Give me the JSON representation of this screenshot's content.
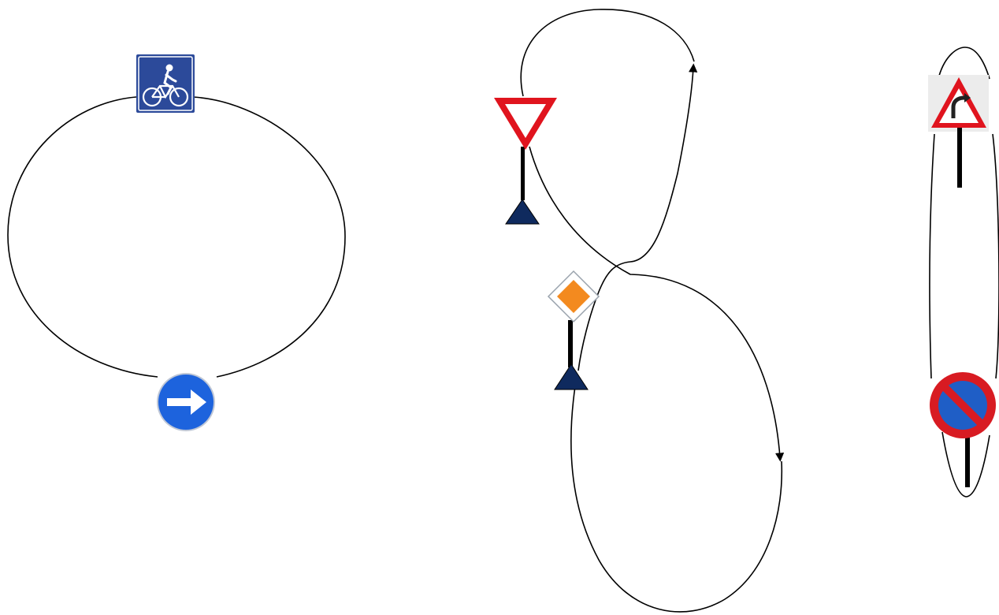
{
  "diagram": {
    "groups": [
      {
        "name": "ellipse-loop",
        "signs": [
          "bicycle-path-sign-icon",
          "keep-right-arrow-sign-icon"
        ]
      },
      {
        "name": "figure-eight-track",
        "signs": [
          "yield-sign-icon",
          "priority-road-sign-icon",
          "position-marker-icon",
          "position-marker-icon"
        ],
        "direction_arrows": 2
      },
      {
        "name": "narrow-loop",
        "signs": [
          "curve-warning-sign-icon",
          "no-parking-sign-icon"
        ]
      }
    ],
    "colors": {
      "line": "#000000",
      "sign_blue": "#2c4a9a",
      "mandatory_blue": "#1d63dd",
      "yield_red": "#e0141e",
      "priority_orange": "#f38a1f",
      "marker_navy": "#0f2a5e",
      "no_parking_red": "#d81b22",
      "no_parking_blue": "#1f5ec6"
    }
  }
}
